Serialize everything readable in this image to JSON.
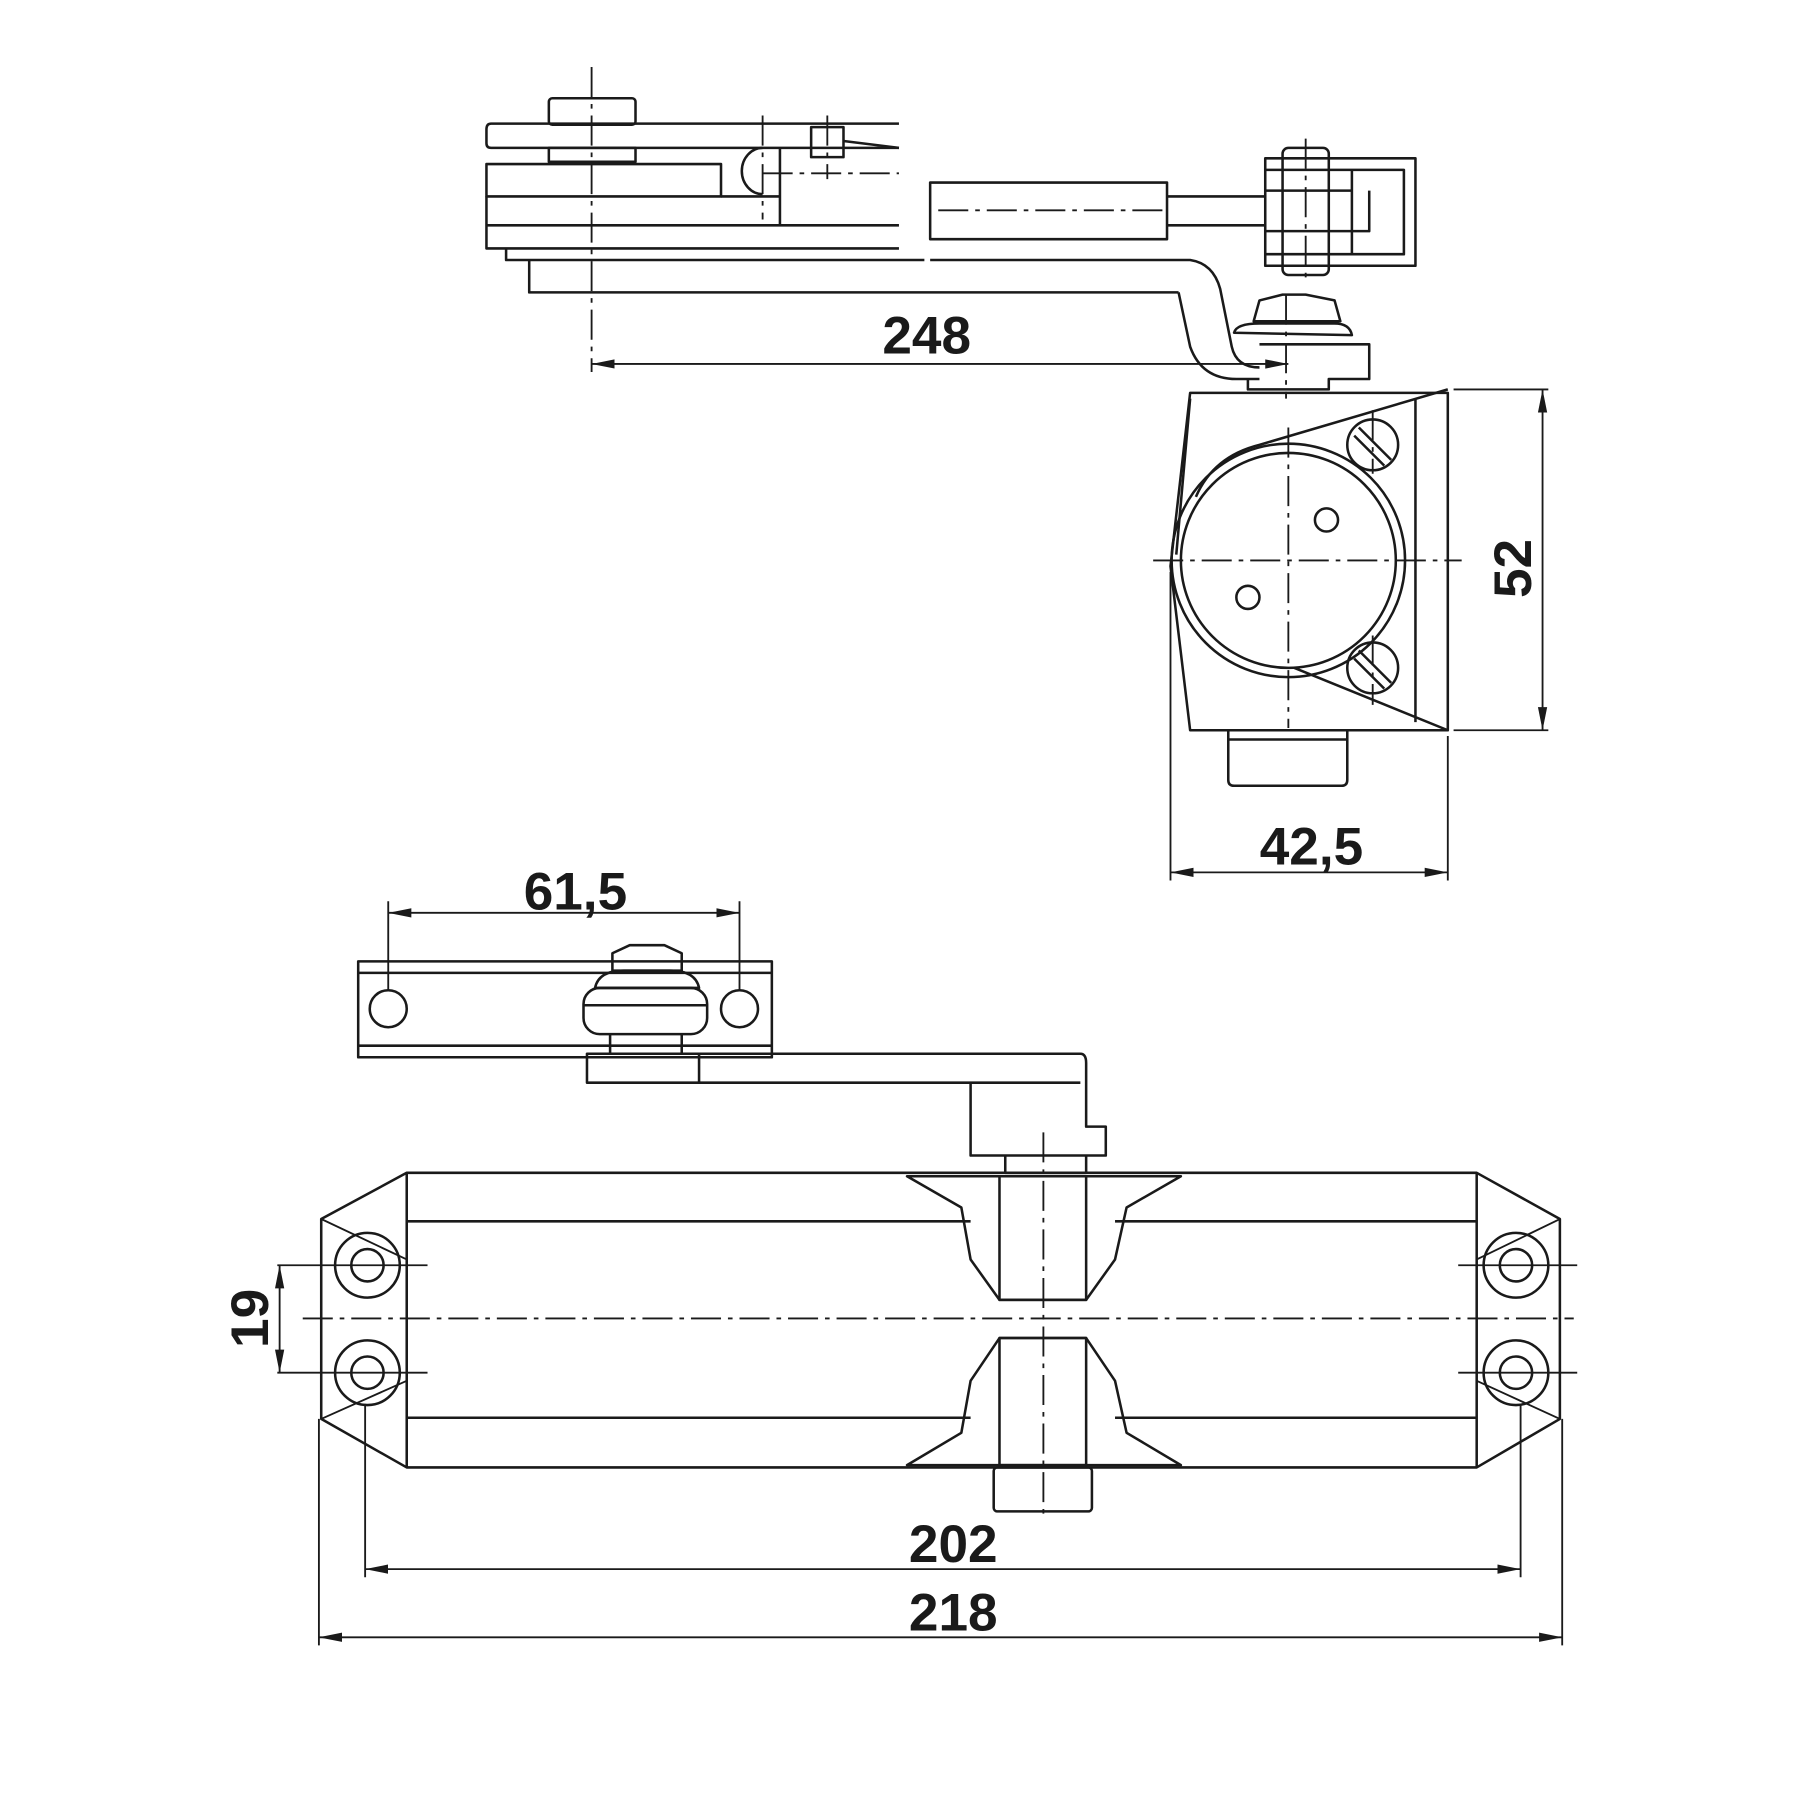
{
  "title": "Door closer dimension drawing",
  "dimensions": {
    "arm_length": "248",
    "bracket_height": "52",
    "bracket_depth": "42,5",
    "arm_hole_spacing": "61,5",
    "mounting_hole_vertical": "19",
    "mounting_hole_horizontal": "202",
    "overall_length": "218"
  },
  "colors": {
    "line": "#1a1a1a",
    "background": "#ffffff"
  }
}
